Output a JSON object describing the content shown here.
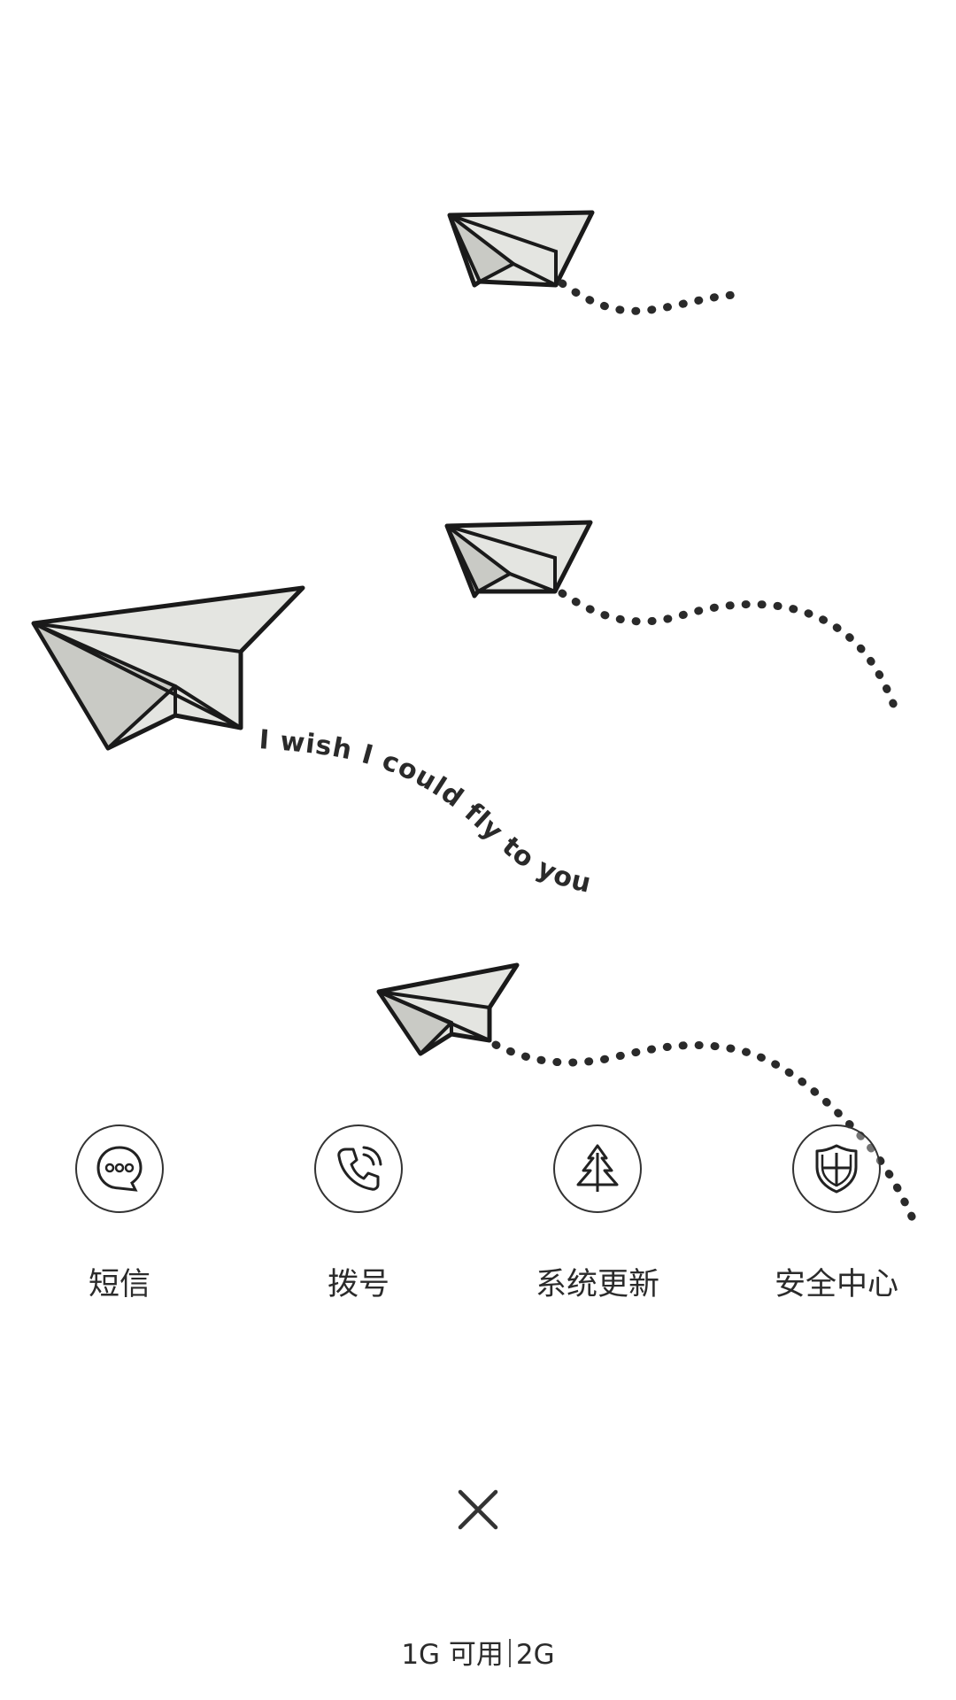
{
  "wallpaper": {
    "caption": "I wish I could fly to you",
    "background_color": "#ffffff",
    "plane_color": "#e4e5e1",
    "ink_color": "#1a1a1a"
  },
  "apps": [
    {
      "label": "短信",
      "icon": "message-icon"
    },
    {
      "label": "拨号",
      "icon": "phone-icon"
    },
    {
      "label": "系统更新",
      "icon": "tree-icon"
    },
    {
      "label": "安全中心",
      "icon": "shield-icon"
    }
  ],
  "close": {
    "icon": "close-icon"
  },
  "memory": {
    "available": "1G 可用",
    "total": "2G"
  }
}
